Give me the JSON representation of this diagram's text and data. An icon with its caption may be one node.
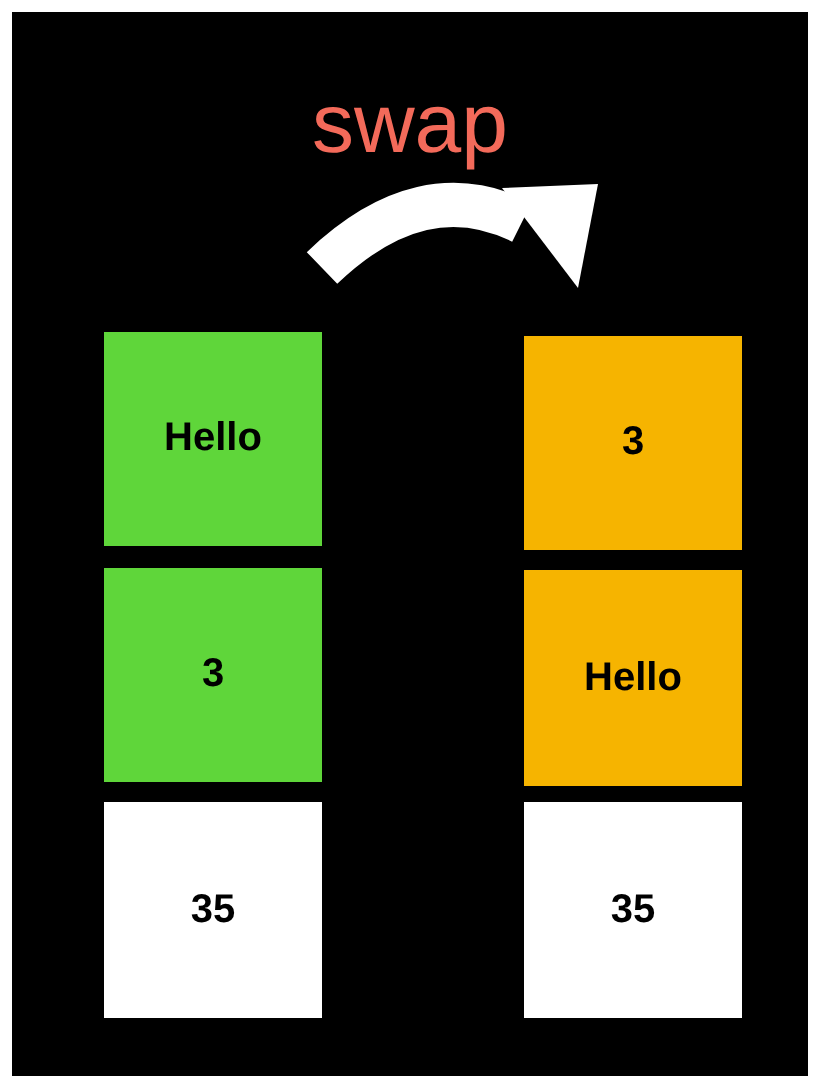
{
  "diagram": {
    "title": "swap",
    "nodes": [
      {
        "text": [
          "Hello"
        ]
      },
      {
        "text": [
          "3"
        ]
      },
      {
        "text": [
          "35"
        ]
      },
      {
        "text": [
          "3"
        ]
      },
      {
        "text": [
          "Hello"
        ]
      },
      {
        "text": [
          "35"
        ]
      }
    ]
  }
}
